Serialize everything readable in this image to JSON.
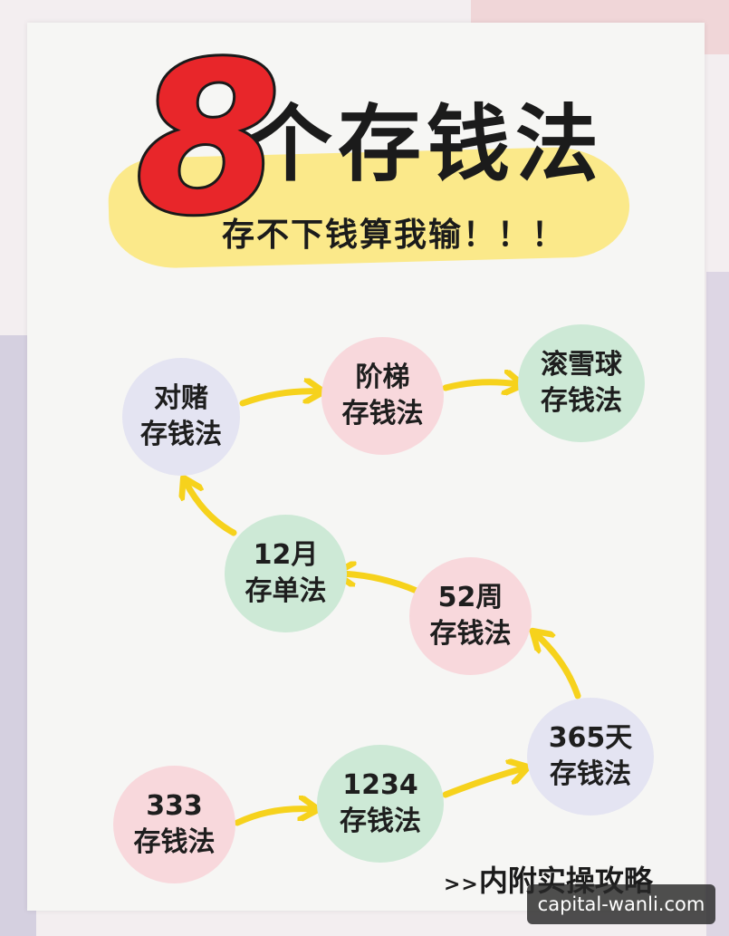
{
  "header": {
    "number": "8",
    "title": "个存钱法",
    "subtitle": "存不下钱算我输！！！"
  },
  "nodes": [
    {
      "line1": "对赌",
      "line2": "存钱法",
      "color": "#e4e4f2"
    },
    {
      "line1": "阶梯",
      "line2": "存钱法",
      "color": "#f8d8dc"
    },
    {
      "line1": "滚雪球",
      "line2": "存钱法",
      "color": "#cde9d6"
    },
    {
      "line1": "12月",
      "line2": "存单法",
      "color": "#cde9d6"
    },
    {
      "line1": "52周",
      "line2": "存钱法",
      "color": "#f8d8dc"
    },
    {
      "line1": "365天",
      "line2": "存钱法",
      "color": "#e4e4f2"
    },
    {
      "line1": "333",
      "line2": "存钱法",
      "color": "#f8d8dc"
    },
    {
      "line1": "1234",
      "line2": "存钱法",
      "color": "#cde9d6"
    }
  ],
  "footer": {
    "prefix": ">>",
    "note": "内附实操攻略"
  },
  "watermark": "capital-wanli.com",
  "colors": {
    "accent_red": "#e8262a",
    "highlight_yellow": "#fbe98a",
    "arrow_yellow": "#f6d21c"
  }
}
